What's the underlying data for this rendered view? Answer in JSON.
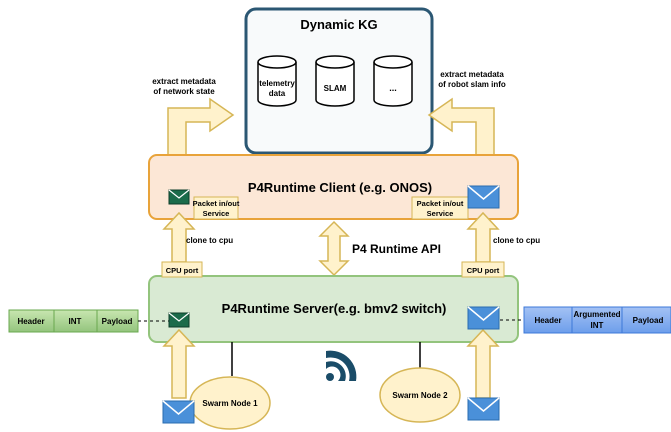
{
  "kg": {
    "title": "Dynamic KG",
    "stores": [
      {
        "line1": "telemetry",
        "line2": "data"
      },
      {
        "line1": "SLAM",
        "line2": ""
      },
      {
        "line1": "...",
        "line2": ""
      }
    ]
  },
  "client": {
    "title": "P4Runtime Client (e.g. ONOS)",
    "left_service": {
      "line1": "Packet in/out",
      "line2": "Service"
    },
    "right_service": {
      "line1": "Packet in/out",
      "line2": "Service"
    }
  },
  "server": {
    "title": "P4Runtime Server(e.g. bmv2 switch)",
    "left_port": "CPU port",
    "right_port": "CPU port"
  },
  "labels": {
    "extract_left": {
      "line1": "extract metadata",
      "line2": "of network state"
    },
    "extract_right": {
      "line1": "extract metadata",
      "line2": "of robot slam info"
    },
    "clone_left": "clone to cpu",
    "clone_right": "clone to cpu",
    "api": "P4 Runtime API"
  },
  "packets": {
    "left": [
      "Header",
      "INT",
      "Payload"
    ],
    "right": [
      {
        "line1": "Header",
        "line2": ""
      },
      {
        "line1": "Argumented",
        "line2": "INT"
      },
      {
        "line1": "Payload",
        "line2": ""
      }
    ]
  },
  "nodes": [
    "Swarm Node 1",
    "Swarm Node 2"
  ],
  "icons": [
    "envelope-icon",
    "wireless-signal-icon",
    "database-icon"
  ],
  "colors": {
    "client_fill": "#fce7d6",
    "client_stroke": "#e8a33a",
    "server_fill": "#d9ead3",
    "server_stroke": "#93c47d",
    "kg_stroke": "#2b5773",
    "arrow_fill": "#fff2cc",
    "arrow_stroke": "#d6b656",
    "green_packet": "#a9d18e",
    "blue_packet": "#7ea6e0",
    "envelope_blue": "#4a90d9",
    "envelope_green": "#1b6b4a"
  }
}
